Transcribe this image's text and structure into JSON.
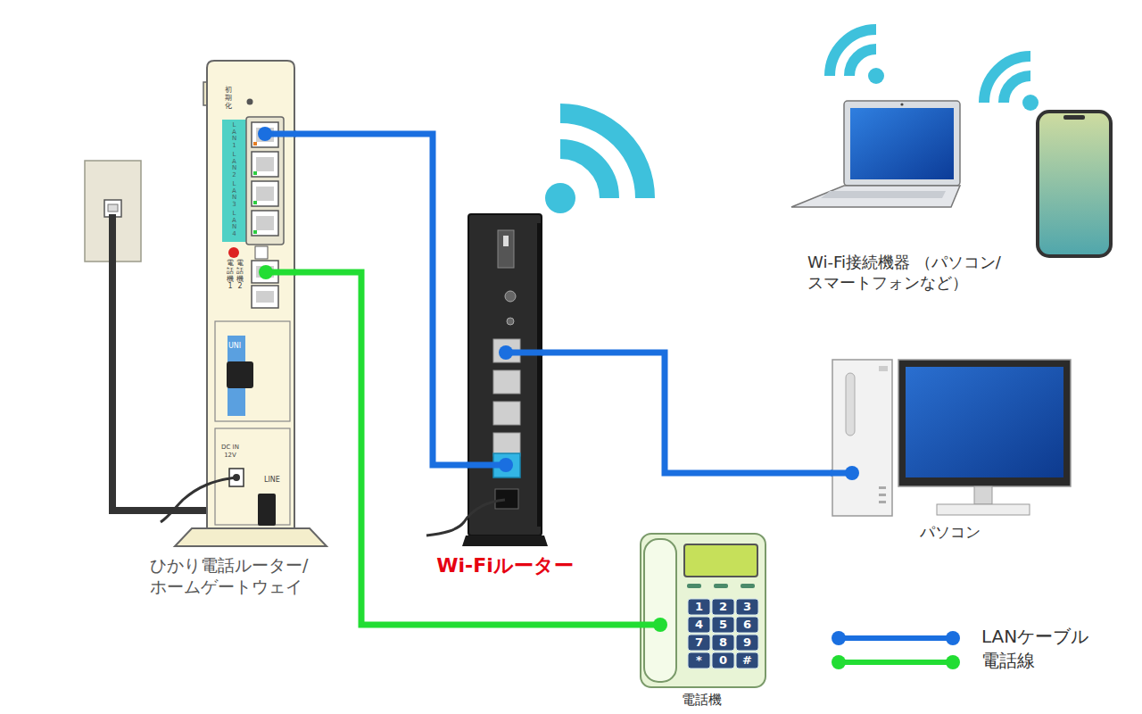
{
  "diagram": {
    "nodes": [
      {
        "text": [
          "ひかり電話ルーター/ ホームゲートウェイ"
        ]
      },
      {
        "text": [
          "Wi-Fiルーター"
        ]
      },
      {
        "text": [
          "Wi-Fi接続機器 （パソコン/スマートフォンなど）"
        ]
      },
      {
        "text": [
          "パソコン"
        ]
      },
      {
        "text": [
          "電話機"
        ]
      }
    ],
    "edges": [
      {
        "from": 0,
        "to": 1,
        "arrow": "none"
      },
      {
        "from": 1,
        "to": 3,
        "arrow": "none"
      },
      {
        "from": 0,
        "to": 4,
        "arrow": "none"
      }
    ],
    "labels": [
      "初期化",
      "LAN 1",
      "LAN 2",
      "LAN 3",
      "LAN 4",
      "電話機 1",
      "電話機 2",
      "UNI",
      "DC IN 12V",
      "LINE",
      "1",
      "2",
      "3",
      "4",
      "5",
      "6",
      "7",
      "8",
      "9",
      "*",
      "0",
      "#"
    ],
    "legend": [
      {
        "text": "LANケーブル"
      },
      {
        "text": "電話線"
      }
    ]
  }
}
